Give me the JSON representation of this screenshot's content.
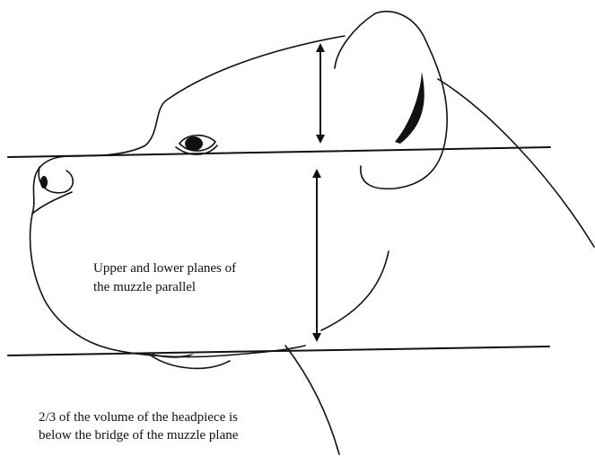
{
  "captions": {
    "parallel_line1": "Upper and lower planes of",
    "parallel_line2": "the muzzle parallel",
    "volume_line1": "2/3 of the volume of the headpiece is",
    "volume_line2": "below the bridge of the muzzle plane"
  },
  "colors": {
    "ink": "#111111",
    "background": "#ffffff"
  }
}
